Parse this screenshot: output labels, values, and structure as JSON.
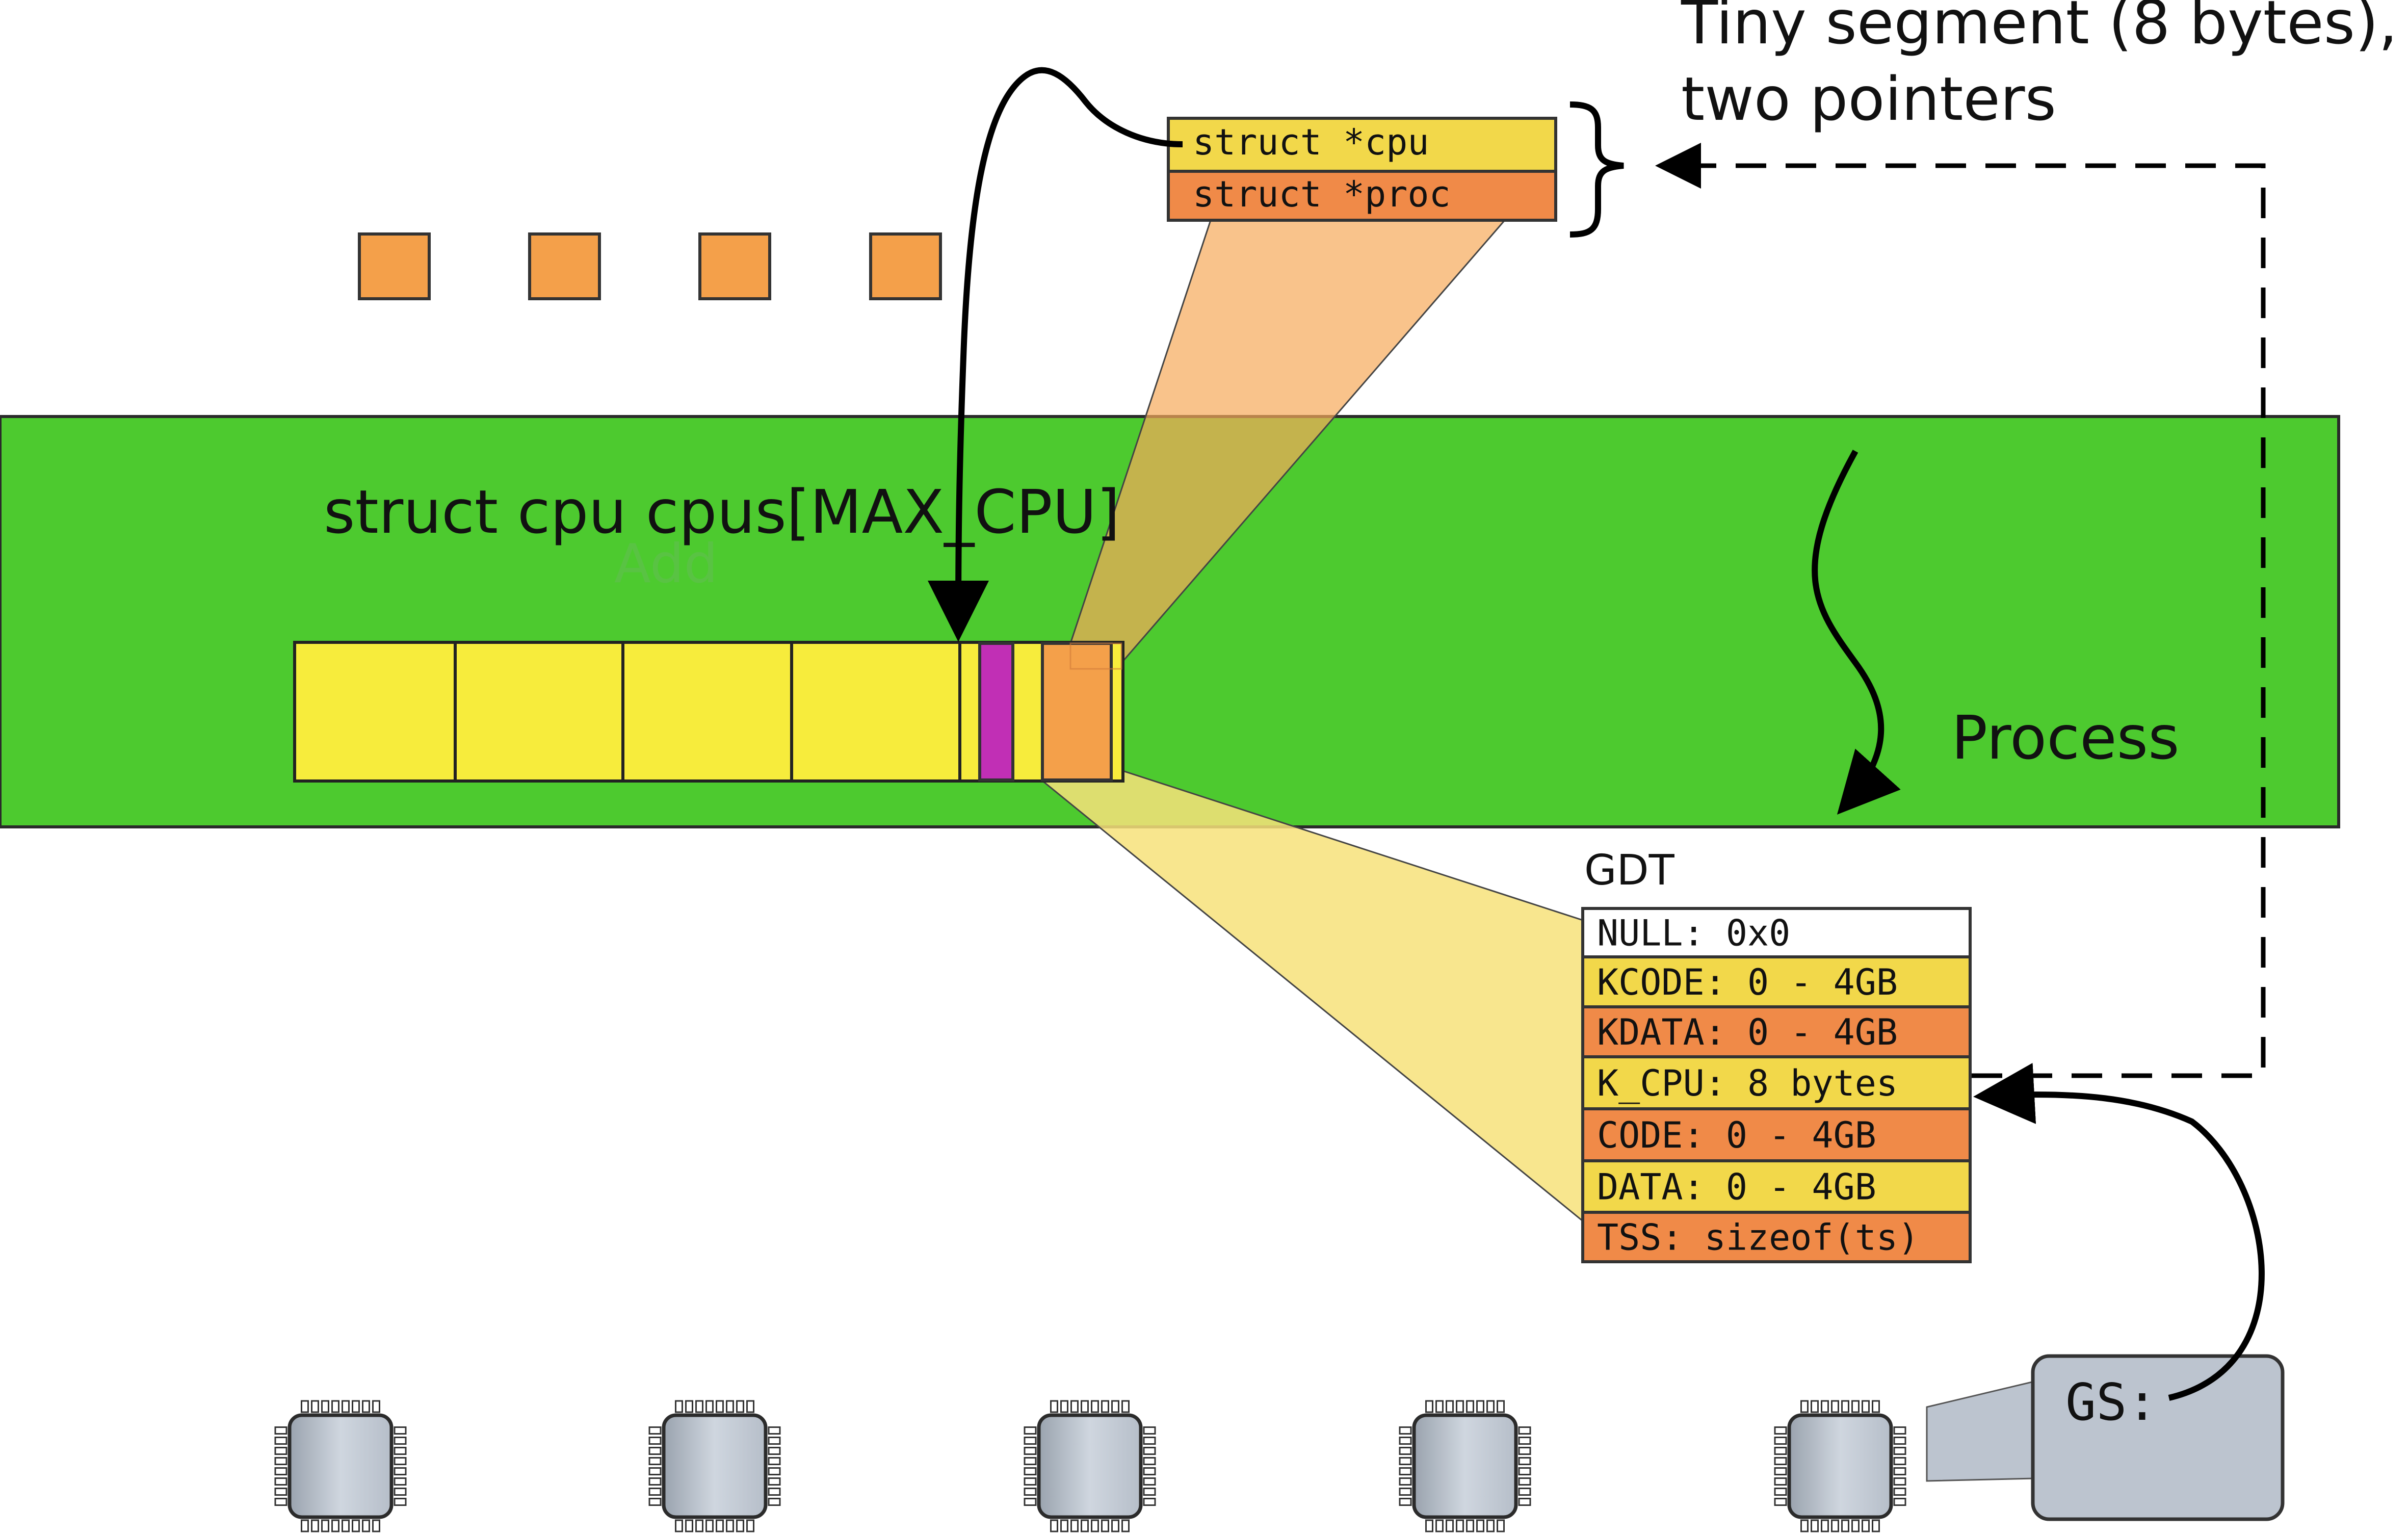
{
  "annotation": {
    "line1": "Tiny segment (8 bytes),",
    "line2": "two pointers"
  },
  "segment": {
    "fields": [
      "struct *cpu",
      "struct *proc"
    ]
  },
  "memory": {
    "array_label": "struct cpu cpus[MAX_CPU]",
    "ghost_label": "Add",
    "process_label": "Process"
  },
  "gdt": {
    "title": "GDT",
    "entries": [
      {
        "text": "NULL: 0x0",
        "color": "#ffffff"
      },
      {
        "text": "KCODE: 0 - 4GB",
        "color": "#f2d84a"
      },
      {
        "text": "KDATA: 0 - 4GB",
        "color": "#f08a48"
      },
      {
        "text": "K_CPU: 8 bytes",
        "color": "#f2d84a"
      },
      {
        "text": "CODE: 0 - 4GB",
        "color": "#f08a48"
      },
      {
        "text": "DATA: 0 - 4GB",
        "color": "#f2d84a"
      },
      {
        "text": "TSS: sizeof(ts)",
        "color": "#f08a48"
      }
    ]
  },
  "register": {
    "label": "GS:"
  },
  "icons": [
    "cpu-chip-icon"
  ],
  "colors": {
    "memory_green": "#4dca2f",
    "array_yellow": "#f7ec3c",
    "slot_orange": "#f4a04a",
    "slot_magenta": "#c12fb5",
    "field_yellow": "#f2d84a",
    "field_orange": "#f08a48",
    "chip_grey": "#bfc7d2",
    "register_grey": "#bcc4cf"
  }
}
